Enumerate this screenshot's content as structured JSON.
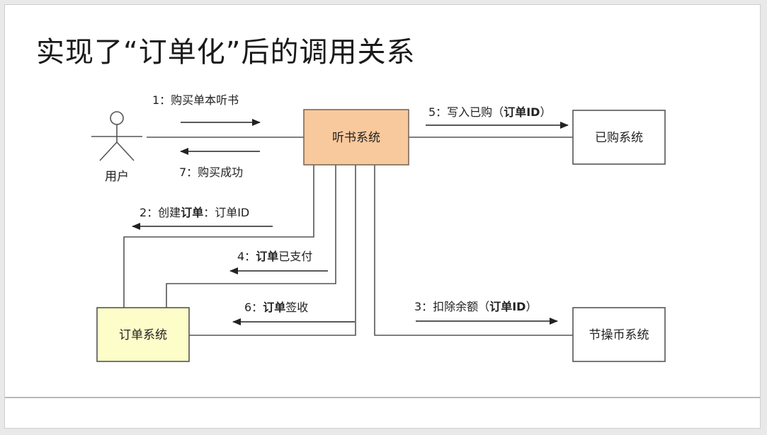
{
  "title": "实现了“订单化”后的调用关系",
  "actor": {
    "label": "用户"
  },
  "nodes": {
    "listen": {
      "label": "听书系统",
      "fill": "#f8c99c",
      "stroke": "#7a6a5a"
    },
    "purchased": {
      "label": "已购系统",
      "fill": "#ffffff",
      "stroke": "#555555"
    },
    "order": {
      "label": "订单系统",
      "fill": "#fdfdc9",
      "stroke": "#555555"
    },
    "coin": {
      "label": "节操币系统",
      "fill": "#ffffff",
      "stroke": "#555555"
    }
  },
  "edges": {
    "e1": {
      "prefix": "1：购买单本听书",
      "bold": "",
      "suffix": ""
    },
    "e7": {
      "prefix": "7：购买成功",
      "bold": "",
      "suffix": ""
    },
    "e5": {
      "prefix": "5：写入已购（",
      "bold": "订单ID",
      "suffix": "）"
    },
    "e2": {
      "prefix": "2：创建",
      "bold": "订单",
      "suffix": "：订单ID"
    },
    "e4": {
      "prefix": "4：",
      "bold": "订单",
      "suffix": "已支付"
    },
    "e6": {
      "prefix": "6：",
      "bold": "订单",
      "suffix": "签收"
    },
    "e3": {
      "prefix": "3：扣除余额（",
      "bold": "订单ID",
      "suffix": "）"
    }
  },
  "colors": {
    "line": "#555555",
    "arrow": "#222222"
  }
}
